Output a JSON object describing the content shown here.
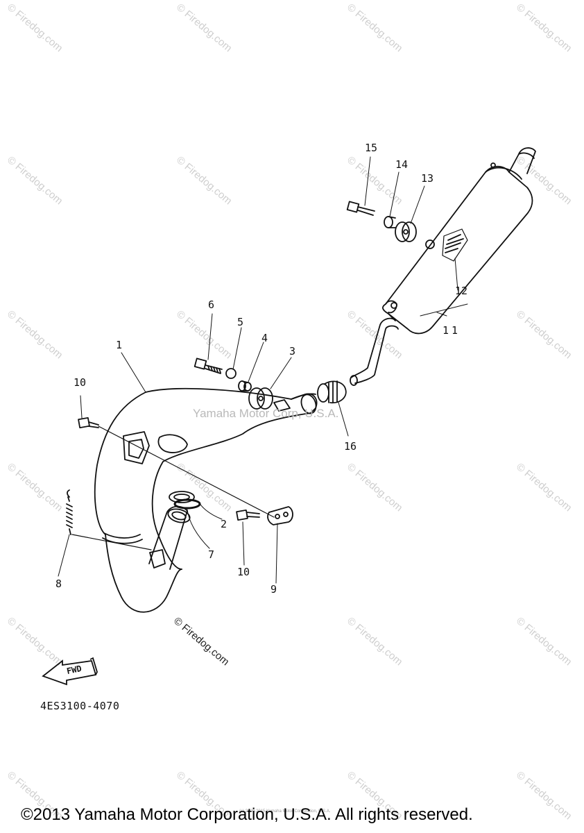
{
  "watermark_text": "© Firedog.com",
  "center_watermark": "Yamaha Motor Corp, U.S.A.",
  "diagram_watermark": "© Firedog.com",
  "part_number": "4ES3100-4070",
  "fwd_label": "FWD",
  "copyright": "©2013 Yamaha Motor Corporation, U.S.A. All rights reserved.",
  "tiny_copyright": "(c) 2000-2015 Yamaha Motor Corporation, U.S.A.",
  "callouts": {
    "c1": "1",
    "c2": "2",
    "c3": "3",
    "c4": "4",
    "c5": "5",
    "c6": "6",
    "c7": "7",
    "c8": "8",
    "c9": "9",
    "c10a": "10",
    "c10b": "10",
    "c11": "11",
    "c12": "12",
    "c13": "13",
    "c14": "14",
    "c15": "15",
    "c16": "16"
  }
}
